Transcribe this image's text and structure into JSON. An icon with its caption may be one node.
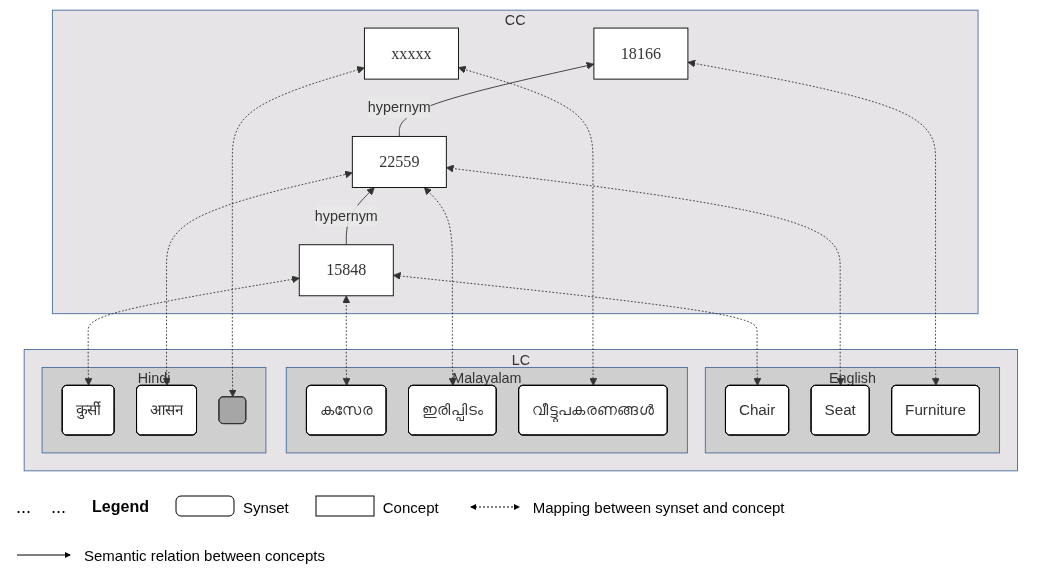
{
  "diagram": {
    "nodes": [
      {
        "text": [
          "CC"
        ]
      },
      {
        "text": [
          "18166"
        ],
        "in": 0
      },
      {
        "text": [
          "22559"
        ],
        "in": 0
      },
      {
        "text": [
          "15848"
        ],
        "in": 0
      },
      {
        "text": [
          "xxxxx"
        ],
        "in": 0
      },
      {
        "text": [
          "LC"
        ]
      },
      {
        "text": [
          "English"
        ],
        "in": 5
      },
      {
        "text": [
          "Chair"
        ],
        "in": 6
      },
      {
        "text": [
          "Seat"
        ],
        "in": 6
      },
      {
        "text": [
          "Furniture"
        ],
        "in": 6
      },
      {
        "text": [
          "Malayalam"
        ],
        "in": 5
      },
      {
        "text": [
          "കസേര"
        ],
        "in": 10
      },
      {
        "text": [
          "ഇരിപ്പിടം"
        ],
        "in": 10
      },
      {
        "text": [
          "വീട്ടുപകരണങ്ങൾ"
        ],
        "in": 10
      },
      {
        "text": [
          "Hindi"
        ],
        "in": 5
      },
      {
        "text": [
          "कुर्सी"
        ],
        "in": 14
      },
      {
        "text": [
          "आसन"
        ],
        "in": 14
      },
      {
        "text": [],
        "shape": "box",
        "in": 14
      }
    ],
    "edges": [
      {
        "from": 3,
        "to": 2,
        "arrow": "to",
        "label": "hypernym"
      },
      {
        "from": 2,
        "to": 1,
        "arrow": "to",
        "label": "hypernym"
      },
      {
        "from": 9,
        "to": 1,
        "arrow": "both",
        "style": "dashed"
      },
      {
        "from": 8,
        "to": 2,
        "arrow": "both",
        "style": "dashed"
      },
      {
        "from": 7,
        "to": 3,
        "arrow": "both",
        "style": "dashed"
      },
      {
        "from": 12,
        "to": 2,
        "arrow": "both",
        "style": "dashed"
      },
      {
        "from": 16,
        "to": 2,
        "arrow": "both",
        "style": "dashed"
      },
      {
        "from": 11,
        "to": 3,
        "arrow": "both",
        "style": "dashed"
      },
      {
        "from": 15,
        "to": 3,
        "arrow": "both",
        "style": "dashed"
      },
      {
        "from": 17,
        "to": 4,
        "arrow": "both",
        "style": "dashed"
      },
      {
        "from": 13,
        "to": 4,
        "arrow": "both",
        "style": "dashed"
      }
    ],
    "labels": [
      "...",
      "...",
      "Legend"
    ],
    "legend": [
      {
        "text": "Synset"
      },
      {
        "text": "Concept"
      },
      {
        "text": "Mapping between synset and concept"
      },
      {
        "text": "Semantic relation between concepts"
      }
    ]
  }
}
